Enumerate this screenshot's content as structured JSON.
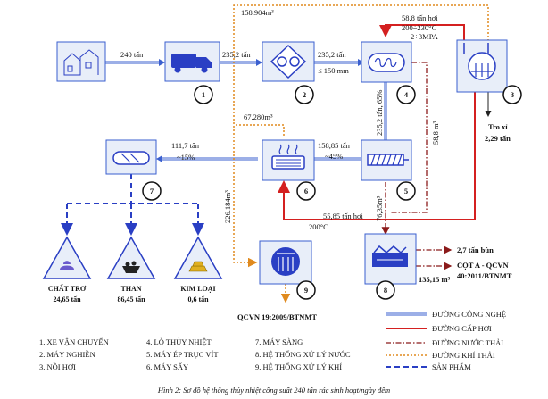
{
  "flows": {
    "f_240": "240 tấn",
    "f_235_2": "235,2 tấn",
    "f_235_2b": "235,2 tấn",
    "f_size": "≤ 150 mm",
    "f_158904": "158.904m³",
    "f_steam": "58,8 tấn hơi",
    "f_temp": "200÷230°C",
    "f_press": "2÷3MPA",
    "f_235_65": "235,2 tấn, 65%",
    "f_58_8m3": "58,8 m³",
    "f_tro": "Tro xỉ",
    "f_tro_val": "2,29 tấn",
    "f_67280": "67.280m³",
    "f_111_7": "111,7 tấn",
    "f_15": "~15%",
    "f_158_85": "158,85 tấn",
    "f_45": "~45%",
    "f_226184": "226.184m³",
    "f_76_35": "76,35m³",
    "f_55_85": "55,85 tấn hơi",
    "f_200c": "200°C",
    "f_bun": "2,7 tấn bùn",
    "f_135": "135,15 m³",
    "f_cot_a": "CỘT A - QCVN",
    "f_cot_a2": "40:2011/BTNMT",
    "f_qcvn19": "QCVN 19:2009/BTNMT"
  },
  "nodes": [
    "1",
    "2",
    "3",
    "4",
    "5",
    "6",
    "7",
    "8",
    "9"
  ],
  "products": [
    {
      "name": "CHẤT TRƠ",
      "value": "24,65 tấn"
    },
    {
      "name": "THAN",
      "value": "86,45 tấn"
    },
    {
      "name": "KIM LOẠI",
      "value": "0,6 tấn"
    }
  ],
  "equipment": [
    "1.  XE VẬN CHUYỂN",
    "2.  MÁY NGHIỀN",
    "3.  NỒI HƠI",
    "4.  LÒ THỦY NHIỆT",
    "5.  MÁY ÉP TRỤC VÍT",
    "6.  MÁY SẤY",
    "7.  MÁY SÀNG",
    "8.  HỆ THỐNG XỬ LÝ NƯỚC",
    "9.  HỆ THỐNG XỬ LÝ KHÍ"
  ],
  "legend": [
    {
      "label": "ĐƯỜNG CÔNG NGHỆ",
      "color": "#3a5fcf",
      "style": "double"
    },
    {
      "label": "ĐƯỜNG CẤP HƠI",
      "color": "#d42020",
      "style": "solid"
    },
    {
      "label": "ĐƯỜNG NƯỚC THẢI",
      "color": "#8b1a1a",
      "style": "dashdot"
    },
    {
      "label": "ĐƯỜNG KHÍ THẢI",
      "color": "#e08a1e",
      "style": "dotted"
    },
    {
      "label": "SẢN PHẨM",
      "color": "#2a3fc4",
      "style": "dashed"
    }
  ],
  "caption": "Hình 2: Sơ đồ hệ thống thủy nhiệt công suất 240 tấn rác sinh hoạt/ngày đêm"
}
